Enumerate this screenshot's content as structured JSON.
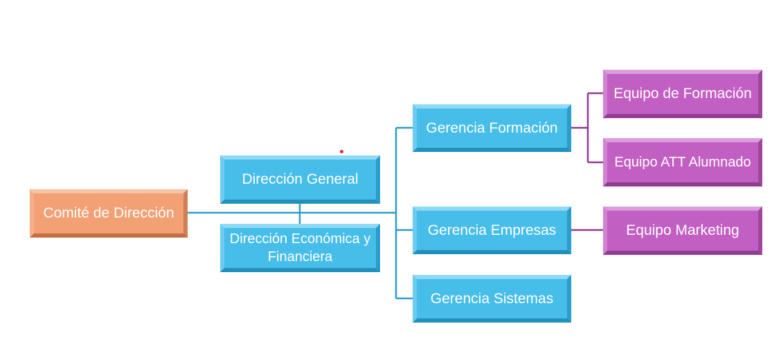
{
  "diagram": {
    "nodes": {
      "comite": "Comité de Dirección",
      "direccion_general": "Dirección General",
      "direccion_economica": "Dirección Económica y Financiera",
      "gerencia_formacion": "Gerencia Formación",
      "gerencia_empresas": "Gerencia Empresas",
      "gerencia_sistemas": "Gerencia Sistemas",
      "equipo_formacion": "Equipo de Formación",
      "equipo_att": "Equipo ATT Alumnado",
      "equipo_marketing": "Equipo Marketing"
    },
    "colors": {
      "root": "#f3a074",
      "mid": "#47bdea",
      "leaf": "#c25fc3",
      "connector_blue": "#2a9dca",
      "connector_purple": "#8e3a8f",
      "marker": "#e8232b"
    }
  }
}
